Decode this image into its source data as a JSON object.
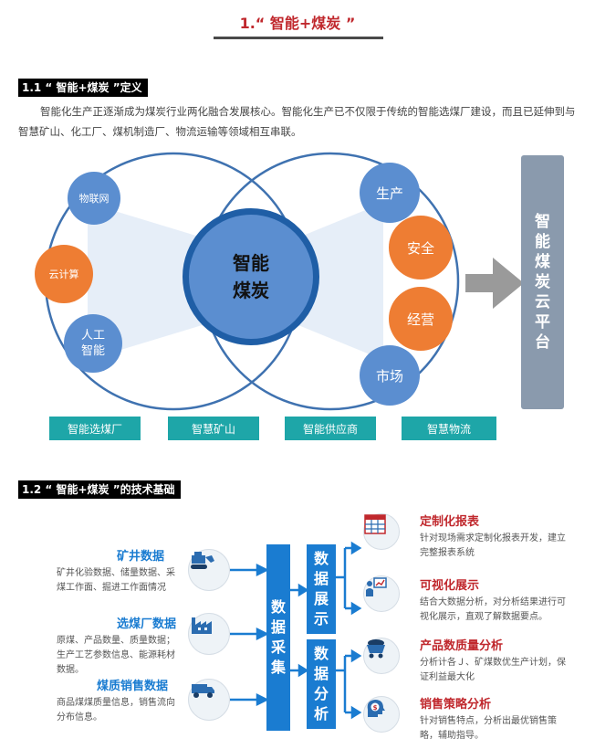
{
  "header": {
    "title": "1.“ 智能+煤炭 ”"
  },
  "section1": {
    "heading": "1.1 “ 智能+煤炭 ”定义",
    "paragraph": "智能化生产正逐渐成为煤炭行业两化融合发展核心。智能化生产已不仅限于传统的智能选煤厂建设，而且已延伸到与智慧矿山、化工厂、煤机制造厂、物流运输等领域相互串联。",
    "diagram": {
      "center": "智能\n煤炭",
      "left_nodes": [
        "物联网",
        "云计算",
        "人工\n智能"
      ],
      "right_nodes": [
        "生产",
        "安全",
        "经营",
        "市场"
      ],
      "bottom_labels": [
        "智能选煤厂",
        "智慧矿山",
        "智能供应商",
        "智慧物流"
      ],
      "platform": "智能煤炭云平台"
    }
  },
  "section2": {
    "heading": "1.2 “ 智能+煤炭 ”的技术基础",
    "sources": [
      {
        "title": "矿井数据",
        "desc": "矿井化验数据、储量数据、采煤工作面、掘进工作面情况",
        "icon": "excavator-icon"
      },
      {
        "title": "选煤厂数据",
        "desc": "原煤、产品数量、质量数据；生产工艺参数信息、能源耗材数据。",
        "icon": "factory-icon"
      },
      {
        "title": "煤质销售数据",
        "desc": "商品煤煤质量信息，销售流向分布信息。",
        "icon": "truck-icon"
      }
    ],
    "collect": "数据采集",
    "display": "数据展示",
    "analyze": "数据分析",
    "outputs": [
      {
        "title": "定制化报表",
        "desc": "针对现场需求定制化报表开发，建立完整报表系统",
        "icon": "report-table-icon"
      },
      {
        "title": "可视化展示",
        "desc": "结合大数据分析，对分析结果进行可视化展示，直观了解数据要点。",
        "icon": "presentation-icon"
      },
      {
        "title": "产品数质量分析",
        "desc": "分析计各Ｊ、矿煤数优生产计划，保证利益最大化",
        "icon": "coal-cart-icon"
      },
      {
        "title": "销售策略分析",
        "desc": "针对销售特点，分析出最优销售策略，辅助指导。",
        "icon": "money-head-icon"
      }
    ]
  },
  "colors": {
    "title_red": "#c0282d",
    "node_blue": "#5b8ed0",
    "node_orange": "#ee7d33",
    "center_ring": "#1f5ea6",
    "pill_teal": "#1ea6a8",
    "platform_gray": "#8a9aad",
    "tech_blue": "#1a7cd1"
  }
}
